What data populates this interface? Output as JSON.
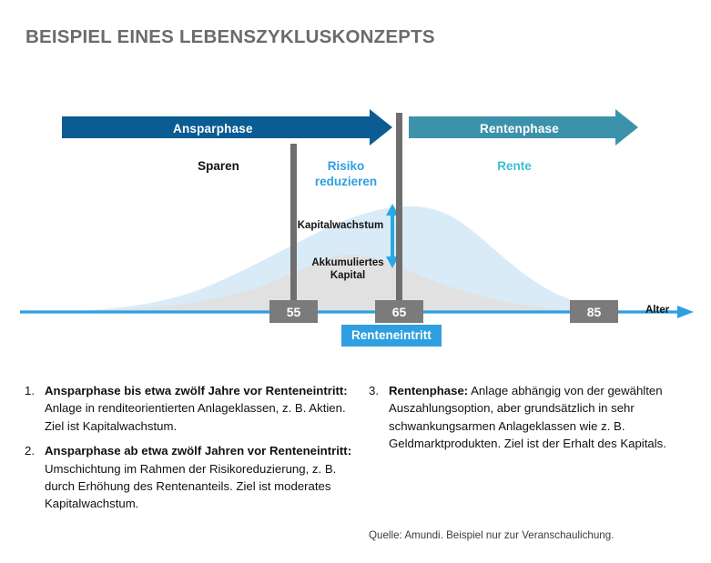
{
  "title": "BEISPIEL EINES LEBENSZYKLUSKONZEPTS",
  "phases": {
    "left_arrow_label": "Ansparphase",
    "right_arrow_label": "Rentenphase",
    "caption_saving": "Sparen",
    "caption_risk": "Risiko\nreduzieren",
    "caption_pension": "Rente"
  },
  "chart_labels": {
    "capital_growth": "Kapitalwachstum",
    "accumulated_capital": "Akkumuliertes\nKapital",
    "axis_title": "Alter",
    "retirement_badge": "Renteneintritt"
  },
  "axis_markers": [
    {
      "value": "55"
    },
    {
      "value": "65"
    },
    {
      "value": "85"
    }
  ],
  "notes": [
    {
      "number": "1.",
      "lead": "Ansparphase bis etwa zwölf Jahre vor Renteneintritt:",
      "body": " Anlage in renditeorientierten Anlageklassen, z. B. Aktien. Ziel ist Kapitalwachstum."
    },
    {
      "number": "2.",
      "lead": "Ansparphase ab etwa zwölf Jahren vor Renteneintritt:",
      "body": " Umschichtung im Rahmen der Risikoreduzierung, z. B. durch Erhöhung des Rentenanteils. Ziel ist moderates Kapitalwachstum."
    },
    {
      "number": "3.",
      "lead": "Rentenphase:",
      "body": " Anlage abhängig von der gewählten Auszahlungsoption, aber grundsätzlich in sehr schwankungsarmen Anlageklassen wie z. B. Geldmarktprodukten. Ziel ist der Erhalt des Kapitals."
    }
  ],
  "source": "Quelle: Amundi. Beispiel nur zur Veranschaulichung.",
  "colors": {
    "title_grey": "#6b6b6b",
    "arrow_dark_blue": "#0a5c93",
    "arrow_teal": "#3d92ab",
    "accent_blue": "#2f9fe0",
    "accent_cyan": "#3bbfd0",
    "axis_line_blue": "#2f9fe0",
    "marker_grey": "#7b7b7b",
    "bar_grey": "#6e6e6e",
    "curve_light_blue": "#d7eaf6",
    "curve_grey": "#e0e0e0"
  },
  "chart_data": {
    "type": "area",
    "title": "Beispiel eines Lebenszykluskonzepts",
    "xlabel": "Alter",
    "ylabel": "",
    "xlim": [
      20,
      100
    ],
    "xticks": [
      55,
      65,
      85
    ],
    "grid": false,
    "legend": "inline-annotations",
    "series": [
      {
        "name": "Kapitalwachstum",
        "color": "#d7eaf6",
        "peak_age": 67,
        "x": [
          20,
          30,
          40,
          45,
          50,
          55,
          60,
          65,
          67,
          70,
          75,
          80,
          85,
          90,
          95,
          100
        ],
        "values": [
          0,
          6,
          20,
          30,
          42,
          55,
          72,
          92,
          95,
          90,
          72,
          50,
          32,
          18,
          8,
          2
        ]
      },
      {
        "name": "Akkumuliertes Kapital",
        "color": "#e0e0e0",
        "peak_age": 62,
        "x": [
          20,
          30,
          40,
          45,
          50,
          55,
          60,
          62,
          65,
          70,
          75,
          80,
          85,
          90,
          95,
          100
        ],
        "values": [
          0,
          4,
          13,
          20,
          29,
          40,
          52,
          54,
          52,
          42,
          28,
          16,
          8,
          3,
          1,
          0
        ]
      }
    ],
    "annotations": [
      {
        "text": "Ansparphase",
        "span_age": [
          20,
          65
        ]
      },
      {
        "text": "Rentenphase",
        "span_age": [
          65,
          100
        ]
      },
      {
        "text": "Sparen",
        "at_age": 45
      },
      {
        "text": "Risiko reduzieren",
        "at_age": 60
      },
      {
        "text": "Rente",
        "at_age": 80
      },
      {
        "text": "Renteneintritt",
        "at_age": 65
      },
      {
        "text": "Kapitalwachstum",
        "at_age": 60
      },
      {
        "text": "Akkumuliertes Kapital",
        "at_age": 60
      }
    ]
  }
}
